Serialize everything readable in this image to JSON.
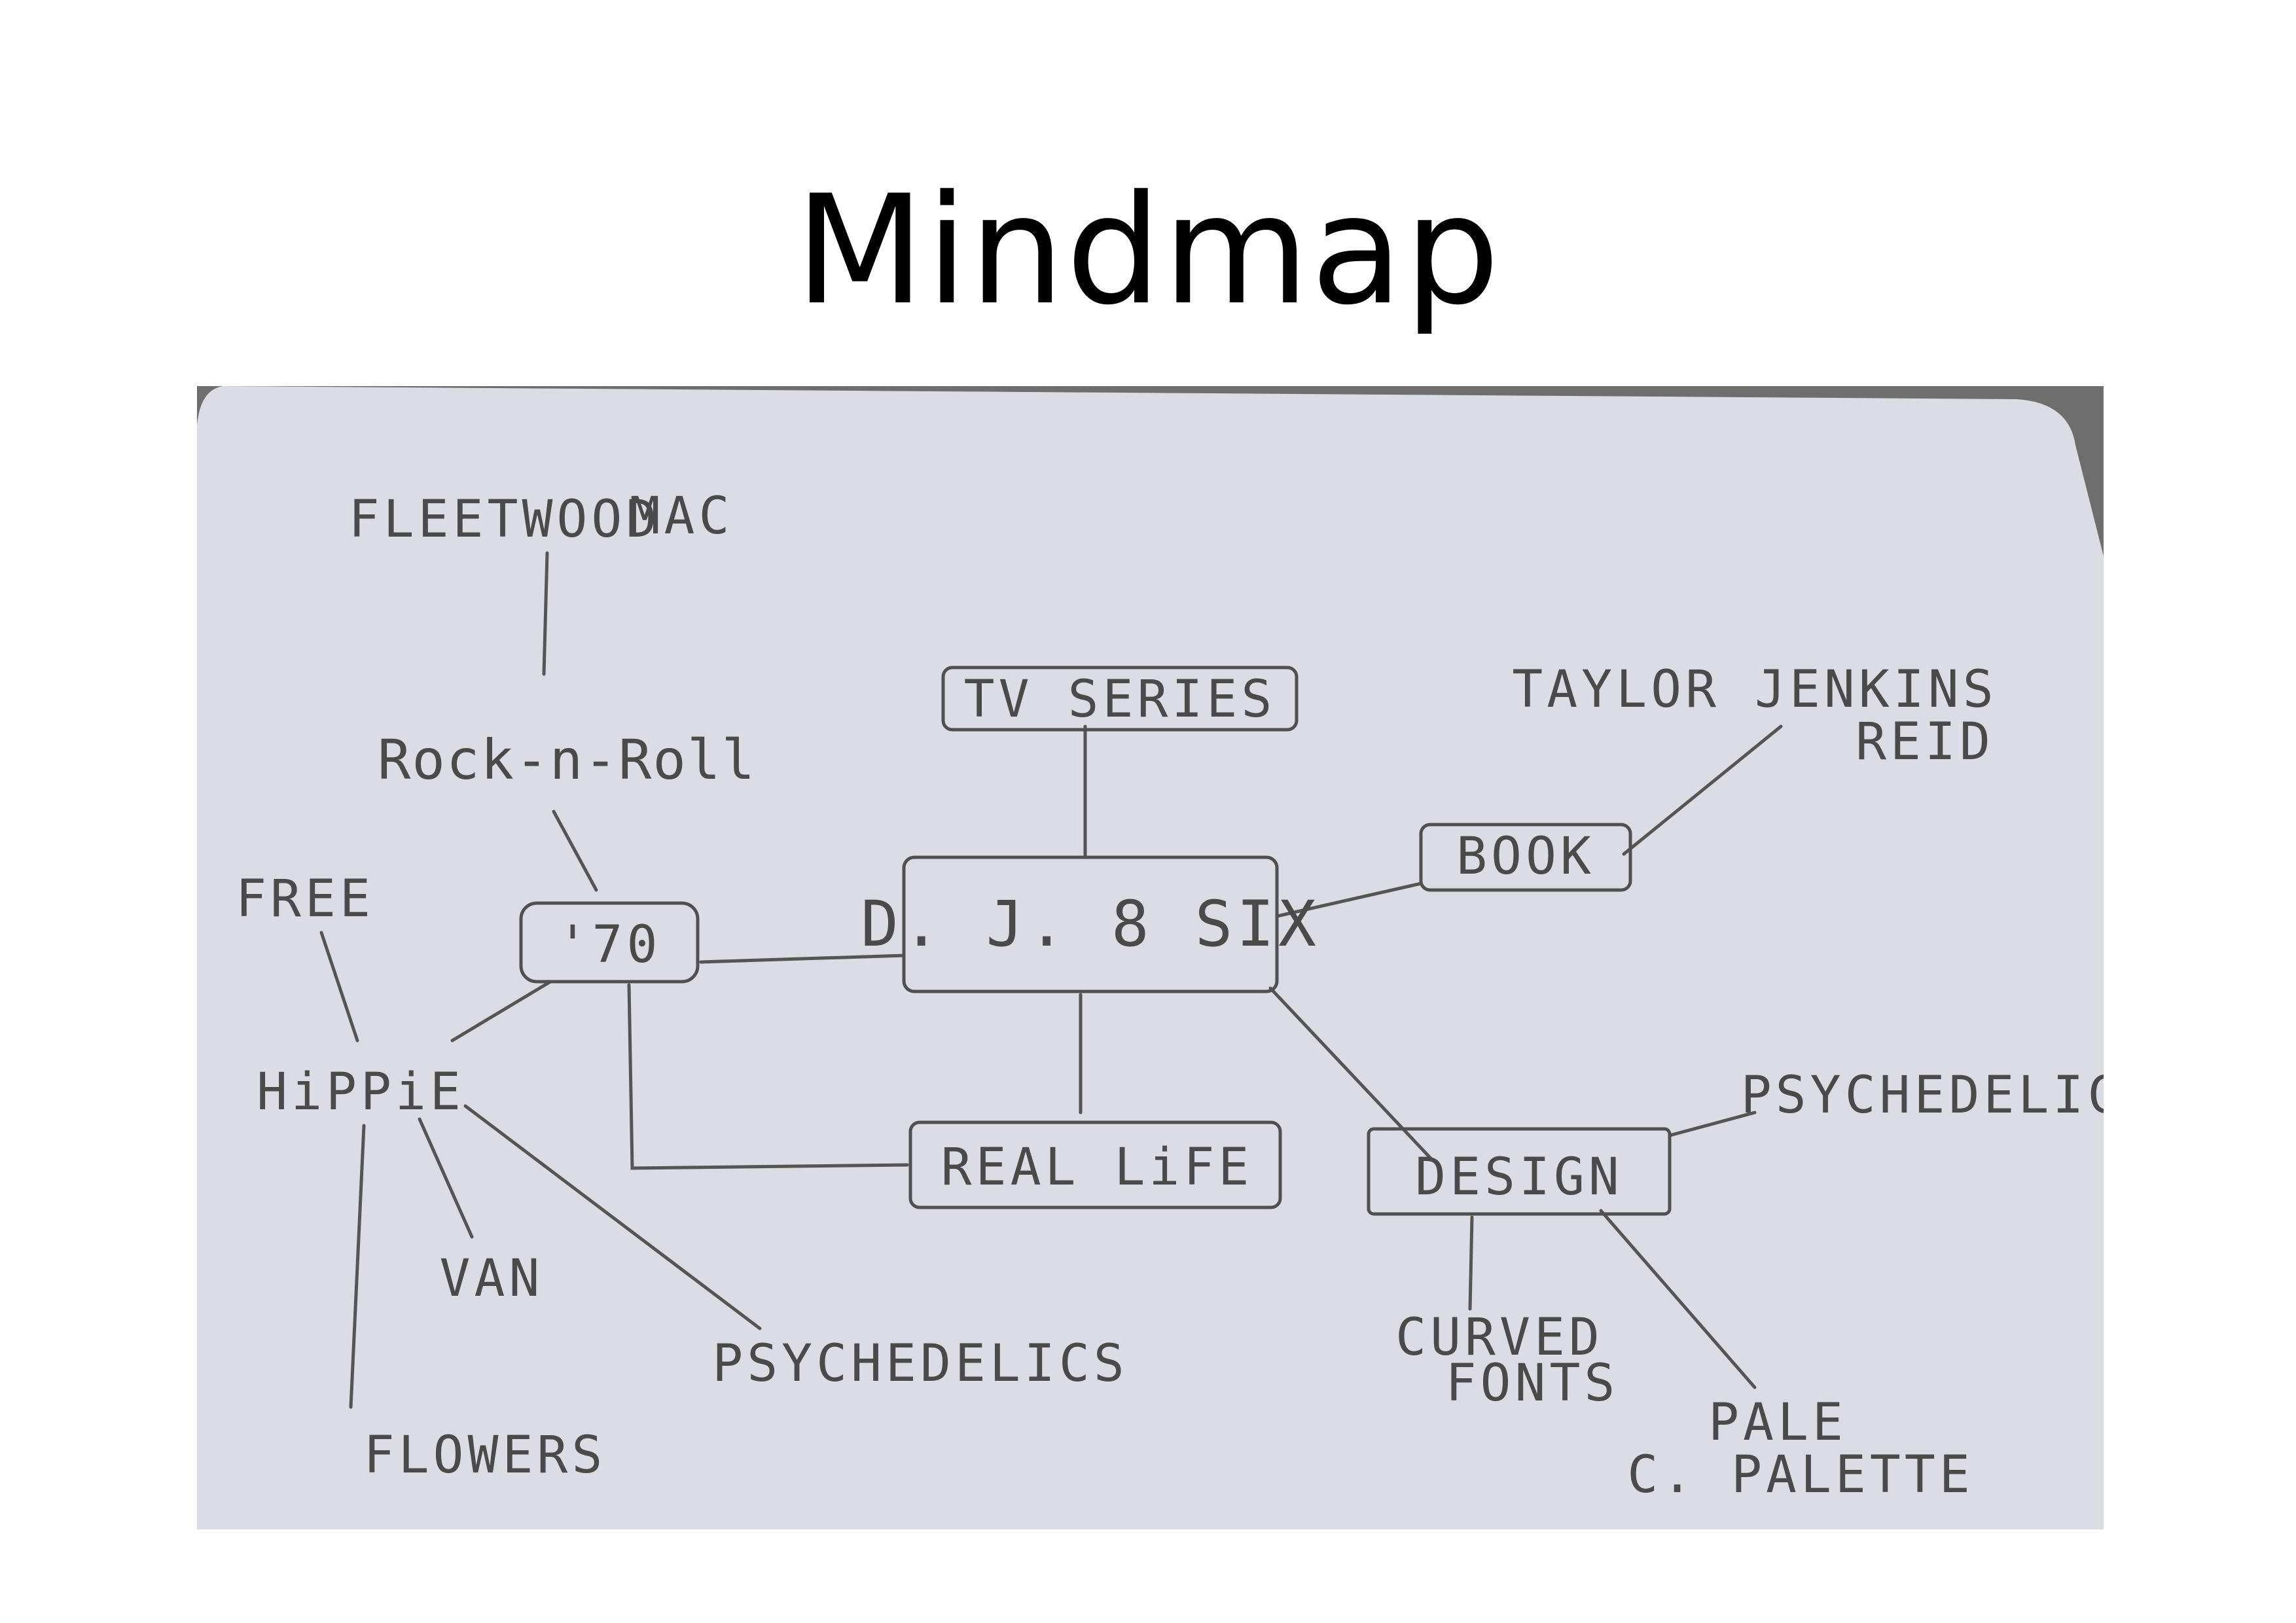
{
  "title": "Mindmap",
  "diagram": {
    "center": "D. J. 8 SIX",
    "nodes": {
      "tv_series": "TV SERIES",
      "book": "BOOK",
      "taylor": "TAYLOR JENKINS",
      "reid": "REID",
      "seventy": "'70",
      "rock": "Rock-n-Roll",
      "fleetwood": "FLEETWOOD",
      "mac": "MAC",
      "free": "FREE",
      "hippie": "HiPPiE",
      "van": "VAN",
      "flowers": "FLOWERS",
      "psychedelics": "PSYCHEDELICS",
      "real_life": "REAL LiFE",
      "design": "DESIGN",
      "psychedelic": "PSYCHEDELIC",
      "curved": "CURVED",
      "fonts": "FONTS",
      "pale": "PALE",
      "palette": "C. PALETTE"
    }
  },
  "colors": {
    "paper": "#dcdce4",
    "ink": "#4a4a4a",
    "background": "#6e6e6e"
  }
}
